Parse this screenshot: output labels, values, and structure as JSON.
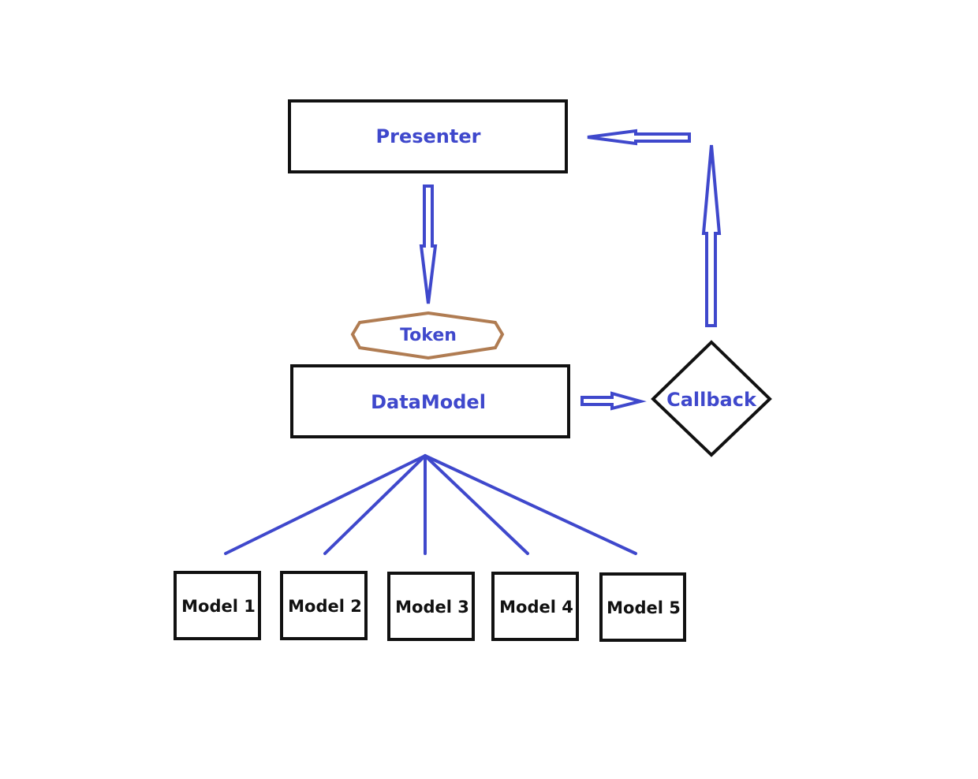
{
  "colors": {
    "accent_blue": "#3f48cc",
    "token_brown": "#b07c52",
    "outline_black": "#111111",
    "background": "#ffffff"
  },
  "nodes": {
    "presenter": "Presenter",
    "token": "Token",
    "datamodel": "DataModel",
    "callback": "Callback"
  },
  "models": [
    "Model 1",
    "Model 2",
    "Model 3",
    "Model 4",
    "Model 5"
  ]
}
